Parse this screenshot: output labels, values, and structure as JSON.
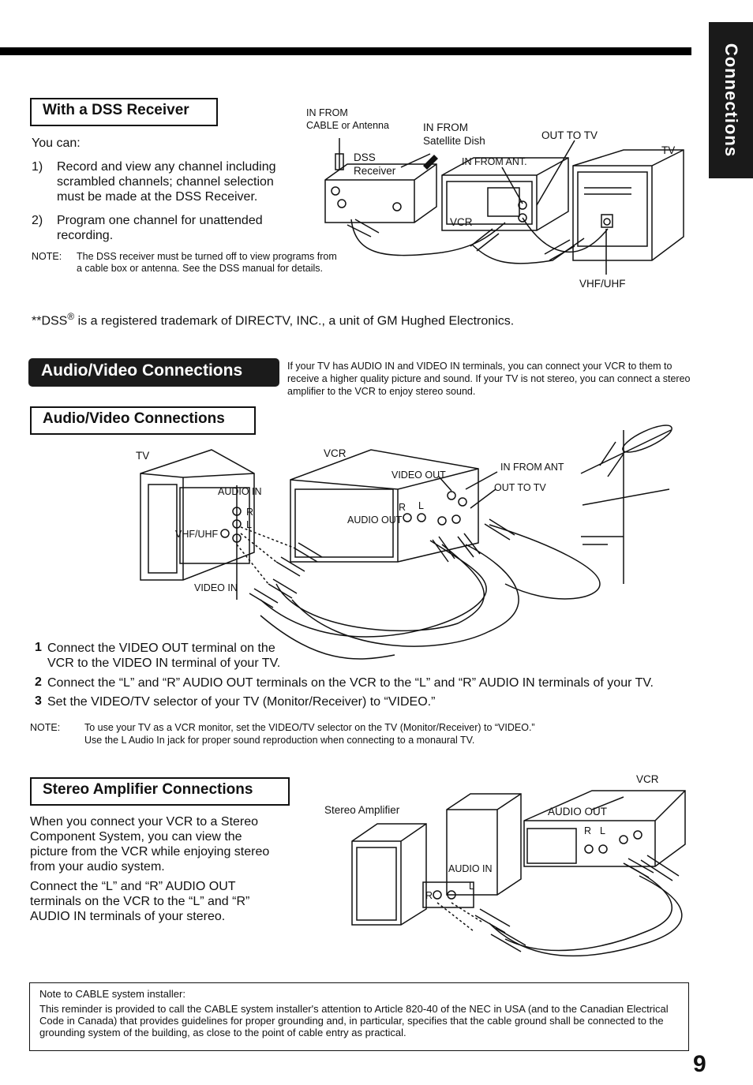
{
  "side_tab": "Connections",
  "dss": {
    "heading": "With a DSS Receiver",
    "you_can": "You can:",
    "item1_num": "1)",
    "item1": "Record and view any channel including scrambled channels; channel selection must be made at the DSS Receiver.",
    "item2_num": "2)",
    "item2": "Program one channel for unattended recording.",
    "note_label": "NOTE:",
    "note": "The DSS receiver must be turned off to view programs from a cable box or antenna. See the DSS manual for details.",
    "trademark_prefix": "**DSS",
    "trademark_reg": "®",
    "trademark_text": " is a registered trademark of DIRECTV, INC., a unit of GM Hughed Electronics.",
    "diagram": {
      "in_from_cable": "IN FROM",
      "in_from_cable2": "CABLE or Antenna",
      "in_from_sat": "IN FROM",
      "in_from_sat2": "Satellite Dish",
      "out_to_tv": "OUT TO TV",
      "tv": "TV",
      "dss": "DSS",
      "receiver": "Receiver",
      "in_from_ant": "IN FROM ANT.",
      "vcr": "VCR",
      "vhf_uhf": "VHF/UHF"
    }
  },
  "av": {
    "banner": "Audio/Video Connections",
    "intro": "If your TV has AUDIO IN and VIDEO IN terminals, you can connect your VCR to them to receive a higher quality picture and sound. If your TV is not stereo, you can connect a stereo amplifier to the VCR to enjoy stereo sound.",
    "heading": "Audio/Video Connections",
    "diagram": {
      "tv": "TV",
      "vcr": "VCR",
      "video_out": "VIDEO OUT",
      "in_from_ant": "IN FROM ANT",
      "out_to_tv": "OUT TO TV",
      "audio_in": "AUDIO IN",
      "r": "R",
      "l": "L",
      "audio_out": "AUDIO OUT",
      "vhf_uhf": "VHF/UHF",
      "video_in": "VIDEO IN"
    },
    "steps": [
      {
        "num": "1",
        "text": "Connect the VIDEO OUT terminal on the"
      },
      {
        "num": "",
        "text": "VCR to the VIDEO IN terminal of your TV."
      },
      {
        "num": "2",
        "text": "Connect the “L” and “R” AUDIO OUT terminals on the VCR to the “L” and “R” AUDIO IN terminals of your TV."
      },
      {
        "num": "3",
        "text": "Set the VIDEO/TV selector of your TV (Monitor/Receiver) to “VIDEO.”"
      }
    ],
    "note_label": "NOTE:",
    "note1": "To use your TV as a VCR monitor, set the VIDEO/TV selector on the TV (Monitor/Receiver) to “VIDEO.”",
    "note2": "Use the L Audio In jack for proper sound reproduction when connecting to a monaural TV."
  },
  "stereo": {
    "heading": "Stereo Amplifier Connections",
    "para1": "When you connect your VCR to a Stereo Component System, you can view the picture from the VCR while enjoying stereo from your audio system.",
    "para2": "Connect the “L” and “R” AUDIO OUT terminals on the VCR to the “L” and “R” AUDIO IN terminals of your stereo.",
    "diagram": {
      "stereo_amp": "Stereo Amplifier",
      "vcr": "VCR",
      "audio_out": "AUDIO OUT",
      "audio_in": "AUDIO IN",
      "r": "R",
      "l": "L"
    }
  },
  "cable_note": {
    "title": "Note to CABLE system installer:",
    "text": "This reminder is provided to call the CABLE system installer's attention to Article 820-40 of the NEC in USA (and to the Canadian Electrical Code in Canada) that provides guidelines for proper grounding and, in particular, specifies that the cable ground shall be connected to the grounding system of the building, as close to the point of cable entry as practical."
  },
  "page_number": "9"
}
